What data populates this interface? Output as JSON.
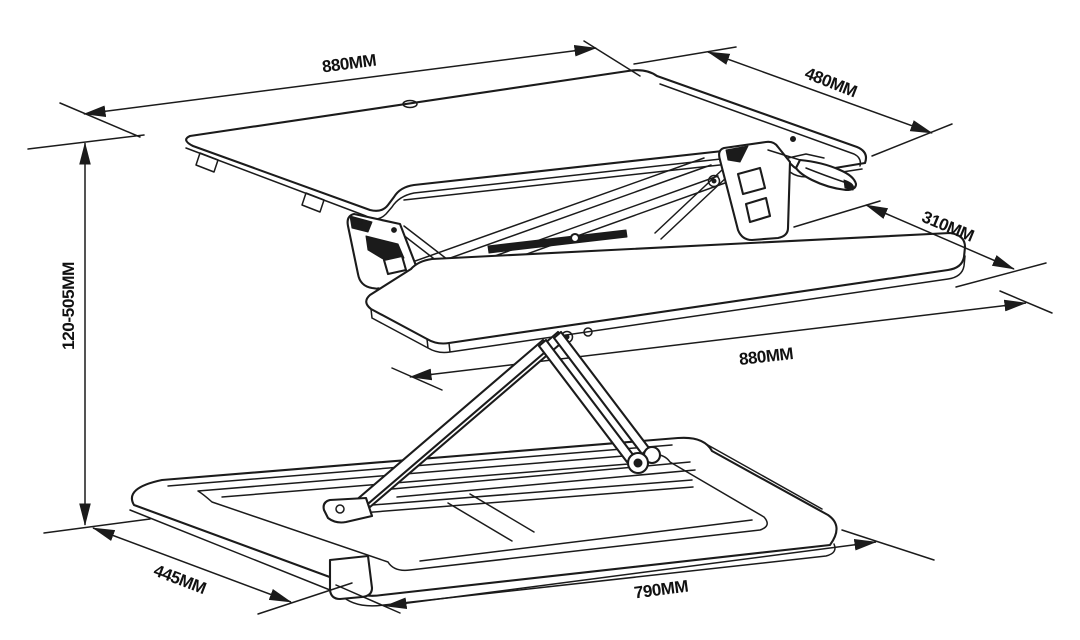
{
  "diagram": {
    "subject": "sit-stand desk riser dimension drawing",
    "colors": {
      "line": "#1b1b1b",
      "background": "#ffffff"
    },
    "dimensions": {
      "top_width": {
        "label": "880MM"
      },
      "top_depth": {
        "label": "480MM"
      },
      "tray_depth": {
        "label": "310MM"
      },
      "tray_width": {
        "label": "880MM"
      },
      "height_range": {
        "label": "120-505MM"
      },
      "base_depth": {
        "label": "445MM"
      },
      "base_width": {
        "label": "790MM"
      }
    }
  }
}
